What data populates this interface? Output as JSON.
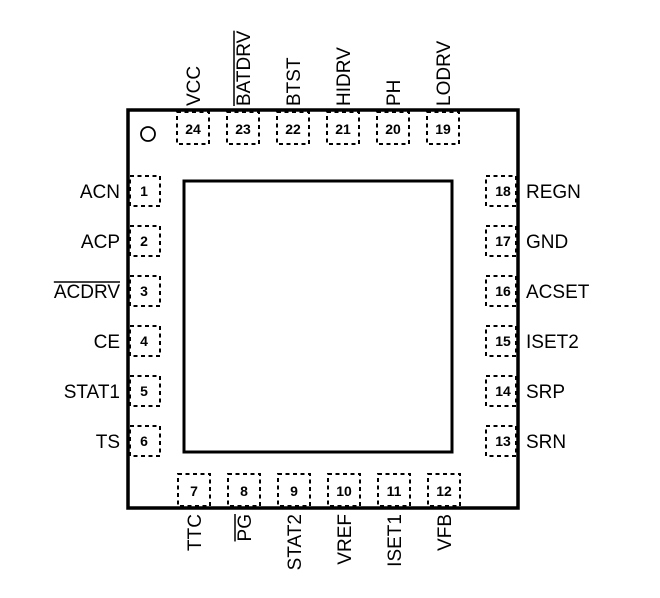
{
  "package": {
    "pins": [
      {
        "number": "1",
        "name": "ACN",
        "overbar": false
      },
      {
        "number": "2",
        "name": "ACP",
        "overbar": false
      },
      {
        "number": "3",
        "name": "ACDRV",
        "overbar": true
      },
      {
        "number": "4",
        "name": "CE",
        "overbar": false
      },
      {
        "number": "5",
        "name": "STAT1",
        "overbar": false
      },
      {
        "number": "6",
        "name": "TS",
        "overbar": false
      },
      {
        "number": "7",
        "name": "TTC",
        "overbar": false
      },
      {
        "number": "8",
        "name": "PG",
        "overbar": true
      },
      {
        "number": "9",
        "name": "STAT2",
        "overbar": false
      },
      {
        "number": "10",
        "name": "VREF",
        "overbar": false
      },
      {
        "number": "11",
        "name": "ISET1",
        "overbar": false
      },
      {
        "number": "12",
        "name": "VFB",
        "overbar": false
      },
      {
        "number": "13",
        "name": "SRN",
        "overbar": false
      },
      {
        "number": "14",
        "name": "SRP",
        "overbar": false
      },
      {
        "number": "15",
        "name": "ISET2",
        "overbar": false
      },
      {
        "number": "16",
        "name": "ACSET",
        "overbar": false
      },
      {
        "number": "17",
        "name": "GND",
        "overbar": false
      },
      {
        "number": "18",
        "name": "REGN",
        "overbar": false
      },
      {
        "number": "19",
        "name": "LODRV",
        "overbar": false
      },
      {
        "number": "20",
        "name": "PH",
        "overbar": false
      },
      {
        "number": "21",
        "name": "HIDRV",
        "overbar": false
      },
      {
        "number": "22",
        "name": "BTST",
        "overbar": false
      },
      {
        "number": "23",
        "name": "BATDRV",
        "overbar": true
      },
      {
        "number": "24",
        "name": "VCC",
        "overbar": false
      }
    ]
  }
}
